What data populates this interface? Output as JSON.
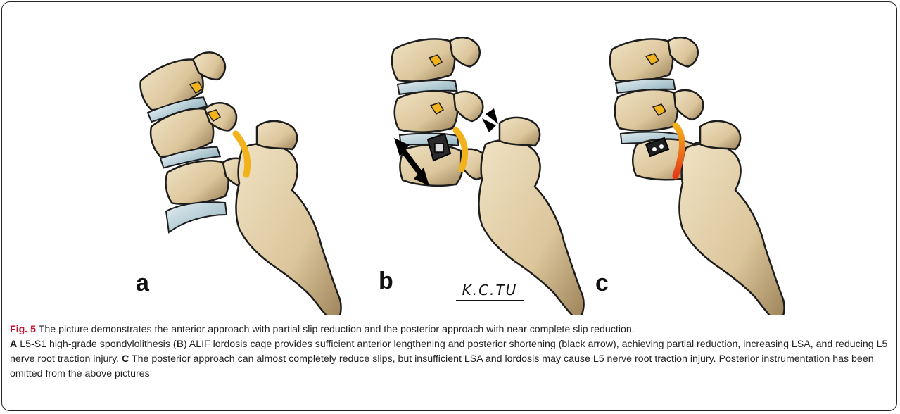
{
  "figure": {
    "panels": [
      {
        "letter": "a"
      },
      {
        "letter": "b"
      },
      {
        "letter": "c"
      }
    ],
    "signature": "K.C.TU",
    "colors": {
      "bone": "#e6d5b0",
      "bone_shadow": "#b8a27a",
      "disc": "#b9cfd8",
      "ligament": "#f2b21b",
      "nerve_strain": "#e63a1a",
      "cage": "#222222",
      "fig_label": "#c8102e"
    }
  },
  "caption": {
    "fig_label": "Fig. 5",
    "intro": " The picture demonstrates the anterior approach with partial slip reduction and the posterior approach with near complete slip reduction.",
    "a_label": "A",
    "a_text": " L5-S1 high-grade spondylolithesis (",
    "b_label": "B",
    "b_text": ") ALIF lordosis cage provides sufficient anterior lengthening and posterior shortening (black arrow), achieving partial reduction, increasing LSA, and reducing L5 nerve root traction injury. ",
    "c_label": "C",
    "c_text": " The posterior approach can almost completely reduce slips, but insufficient LSA and lordosis may cause L5 nerve root traction injury. Posterior instrumentation has been omitted from the above pictures"
  }
}
